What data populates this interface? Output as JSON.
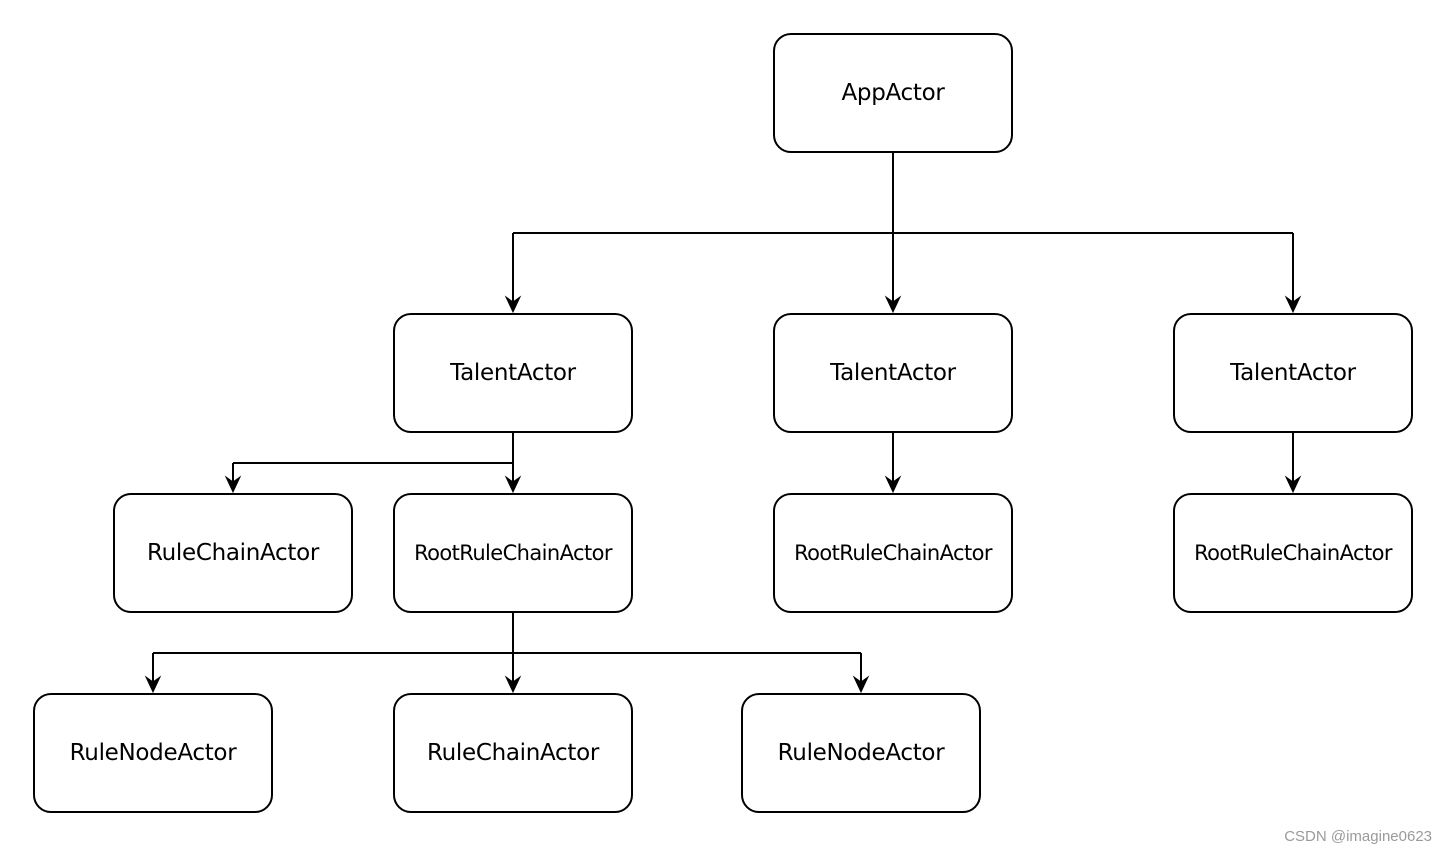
{
  "diagram": {
    "nodes": {
      "app": "AppActor",
      "talent_1": "TalentActor",
      "talent_2": "TalentActor",
      "talent_3": "TalentActor",
      "rule_chain_1": "RuleChainActor",
      "root_rule_chain_1": "RootRuleChainActor",
      "root_rule_chain_2": "RootRuleChainActor",
      "root_rule_chain_3": "RootRuleChainActor",
      "rule_node_1": "RuleNodeActor",
      "rule_chain_2": "RuleChainActor",
      "rule_node_2": "RuleNodeActor"
    },
    "edges": [
      {
        "from": "app",
        "to": [
          "talent_1",
          "talent_2",
          "talent_3"
        ]
      },
      {
        "from": "talent_1",
        "to": [
          "rule_chain_1",
          "root_rule_chain_1"
        ]
      },
      {
        "from": "talent_2",
        "to": [
          "root_rule_chain_2"
        ]
      },
      {
        "from": "talent_3",
        "to": [
          "root_rule_chain_3"
        ]
      },
      {
        "from": "root_rule_chain_1",
        "to": [
          "rule_node_1",
          "rule_chain_2",
          "rule_node_2"
        ]
      }
    ]
  },
  "watermark": "CSDN @imagine0623",
  "colors": {
    "stroke": "#000000",
    "background": "#ffffff",
    "watermark": "#9a9a9a"
  }
}
